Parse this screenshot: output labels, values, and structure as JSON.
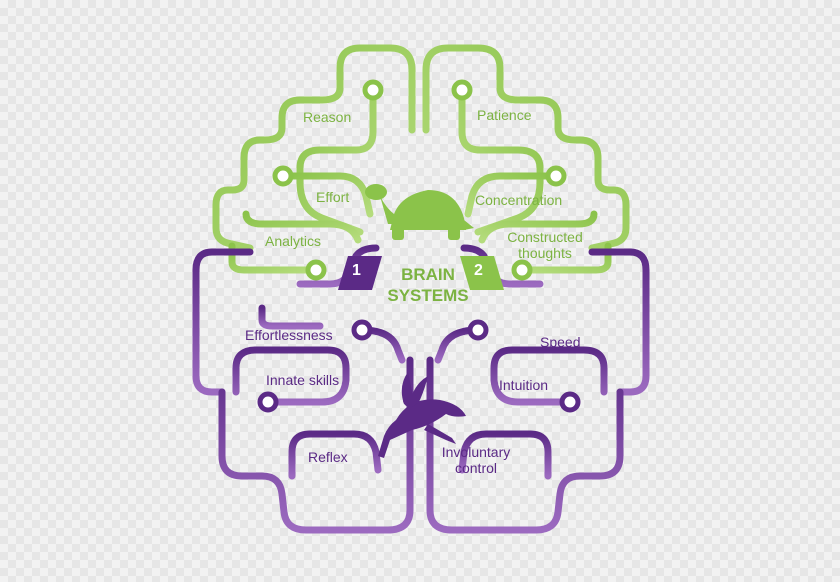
{
  "title": {
    "line1": "BRAIN",
    "line2": "SYSTEMS"
  },
  "system1": {
    "number": "1",
    "animal_icon": "rabbit-icon",
    "color": "#5b2a86"
  },
  "system2": {
    "number": "2",
    "animal_icon": "tortoise-icon",
    "color": "#8bc34a"
  },
  "green_labels": {
    "reason": "Reason",
    "patience": "Patience",
    "effort": "Effort",
    "concentration": "Concentration",
    "analytics": "Analytics",
    "constructed_1": "Constructed",
    "constructed_2": "thoughts"
  },
  "purple_labels": {
    "effortlessness": "Effortlessness",
    "speed": "Speed",
    "innate_skills": "Innate skills",
    "intuition": "Intuition",
    "reflex": "Reflex",
    "involuntary_1": "Involuntary",
    "involuntary_2": "control"
  }
}
